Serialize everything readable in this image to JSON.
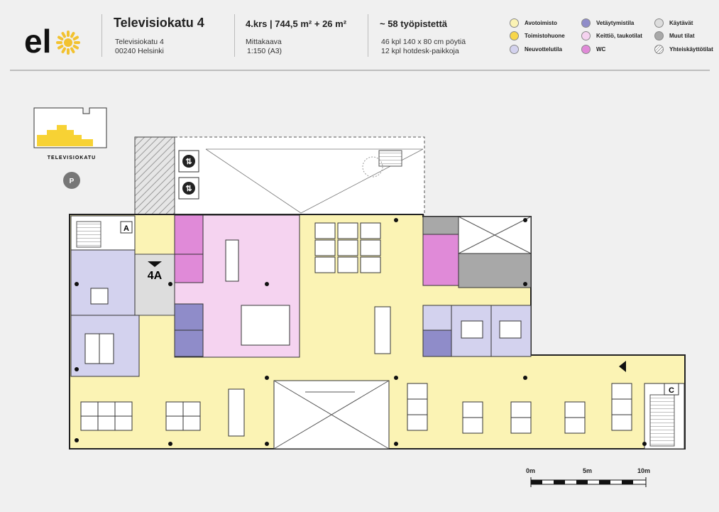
{
  "brand": {
    "logo_text": "el"
  },
  "header": {
    "address_title": "Televisiokatu 4",
    "street": "Televisiokatu 4",
    "postal": "00240 Helsinki",
    "floor_area": "4.krs | 744,5 m² + 26 m²",
    "scale_label": "Mittakaava",
    "scale_value": "1:150 (A3)",
    "workstations": "~ 58 työpistettä",
    "desks": "46 kpl 140 x 80 cm pöytiä",
    "hotdesk": "12 kpl hotdesk-paikkoja"
  },
  "legend": [
    {
      "label": "Avotoimisto",
      "color": "#fbf3b4"
    },
    {
      "label": "Toimistohuone",
      "color": "#f7d64a"
    },
    {
      "label": "Neuvottelutila",
      "color": "#d3d2ee"
    },
    {
      "label": "Vetäytymistila",
      "color": "#8f8cc9"
    },
    {
      "label": "Keittiö, taukotilat",
      "color": "#f5d3f0"
    },
    {
      "label": "WC",
      "color": "#e08ad8"
    },
    {
      "label": "Käytävät",
      "color": "#dddddd"
    },
    {
      "label": "Muut tilat",
      "color": "#a8a8a8"
    },
    {
      "label": "Yhteiskäyttötilat",
      "color": "hatch"
    }
  ],
  "keymap": {
    "label": "TELEVISIOKATU"
  },
  "rooms": {
    "stair_a": "A",
    "stair_4a": "4A",
    "stair_c": "C"
  },
  "scalebar": {
    "labels": [
      "0m",
      "5m",
      "10m"
    ]
  }
}
